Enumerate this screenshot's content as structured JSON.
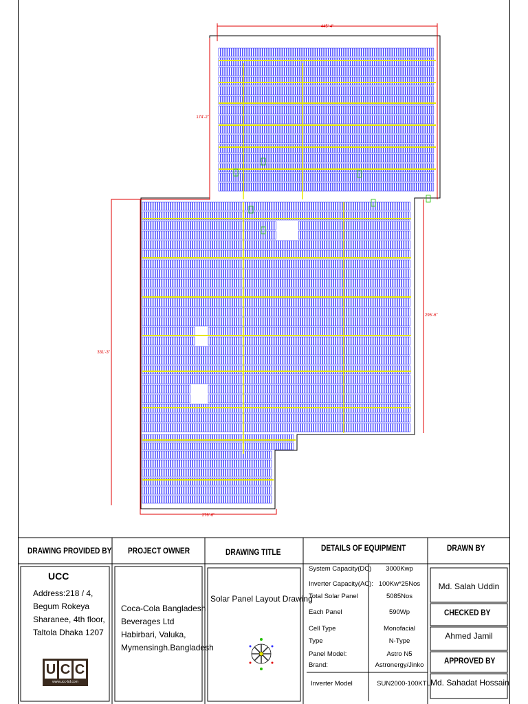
{
  "dimensions": {
    "top_width": "445'-4\"",
    "top_height": "174'-2\"",
    "left_height": "331'-3\"",
    "right_height": "295'-6\"",
    "bottom_width": "276'-6\""
  },
  "title_block": {
    "provided_by": {
      "header": "DRAWING PROVIDED BY",
      "company": "UCC",
      "address_lines": [
        "Address:218 / 4,",
        "Begum Rokeya",
        "Sharanee, 4th floor,",
        "Taltola Dhaka 1207"
      ],
      "logo_letters": [
        "U",
        "C",
        "C"
      ],
      "logo_url": "www.ucc-bd.com"
    },
    "project_owner": {
      "header": "PROJECT OWNER",
      "lines": [
        "Coca-Cola Bangladesh",
        "Beverages Ltd",
        "Habirbari, Valuka,",
        "Mymensingh.Bangladesh"
      ]
    },
    "drawing_title": {
      "header": "DRAWING TITLE",
      "value": "Solar Panel Layout Drawing"
    },
    "equipment": {
      "header": "DETAILS OF EQUIPMENT",
      "rows": [
        {
          "label": "System Capacity(DC)",
          "value": "3000Kwp"
        },
        {
          "label": "Inverter Capacity(AC):",
          "value": "100Kw*25Nos"
        },
        {
          "label": "Total Solar Panel",
          "value": "5085Nos"
        },
        {
          "label": "Each Panel",
          "value": "590Wp"
        },
        {
          "label": "Cell Type",
          "value": "Monofacial"
        },
        {
          "label": "Type",
          "value": "N-Type"
        },
        {
          "label": "Panel Model:",
          "value": "Astro N5"
        },
        {
          "label": "Brand:",
          "value": "Astronergy/Jinko"
        },
        {
          "label": "Inverter Model",
          "value": "SUN2000-100KTL"
        }
      ]
    },
    "drawn_by": {
      "header": "DRAWN BY",
      "value": "Md. Salah Uddin"
    },
    "checked_by": {
      "header": "CHECKED BY",
      "value": "Ahmed Jamil"
    },
    "approved_by": {
      "header": "APPROVED BY",
      "value": "Md. Sahadat Hossain"
    }
  },
  "colors": {
    "panel": "#1a1aff",
    "walkway": "#e8e800",
    "boundary": "#e00000",
    "green": "#22c000"
  }
}
